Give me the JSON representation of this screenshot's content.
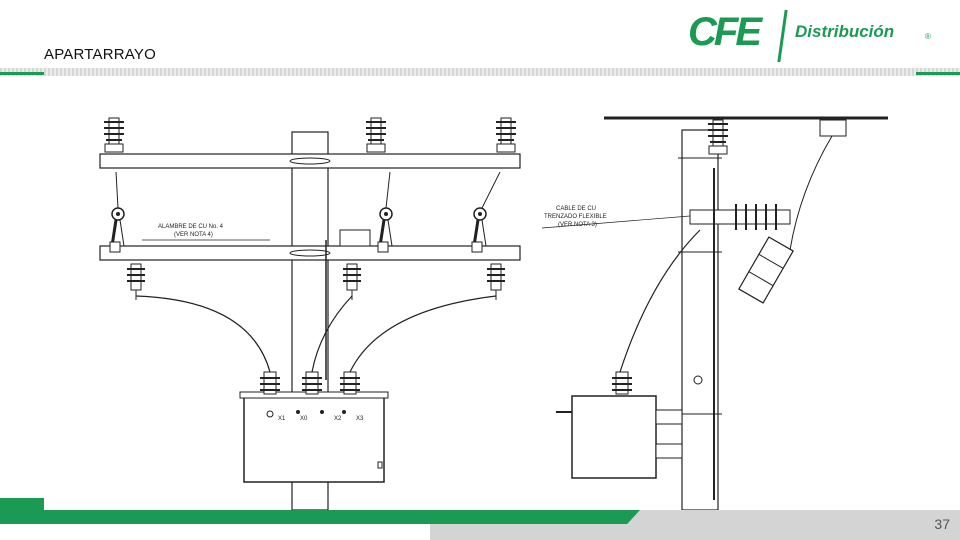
{
  "slide": {
    "title": "APARTARRAYO",
    "page_number": "37"
  },
  "logo": {
    "brand": "CFE",
    "division": "Distribución",
    "mark": "®"
  },
  "left_drawing": {
    "callout_line1": "ALAMBRE DE CU No. 4",
    "callout_line2": "(VER NOTA 4)",
    "bushing_labels": [
      "X1",
      "X0",
      "X2",
      "X3"
    ]
  },
  "right_drawing": {
    "callout_line1": "CABLE DE CU",
    "callout_line2": "TRENZADO FLEXIBLE",
    "callout_line3": "(VER NOTA 3)"
  },
  "colors": {
    "brand_green": "#1a9a52",
    "footer_grey": "#d4d4d4"
  }
}
